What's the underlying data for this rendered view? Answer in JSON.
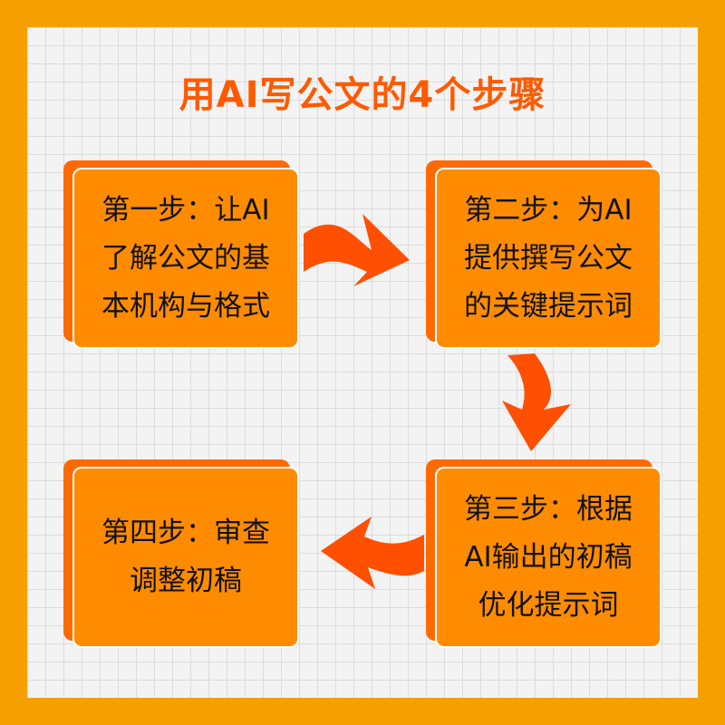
{
  "title": "用AI写公文的4个步骤",
  "steps": [
    {
      "lines": [
        "第一步：让AI",
        "了解公文的基",
        "本机构与格式"
      ]
    },
    {
      "lines": [
        "第二步：为AI",
        "提供撰写公文",
        "的关键提示词"
      ]
    },
    {
      "lines": [
        "第三步：根据",
        "AI输出的初稿",
        "优化提示词"
      ]
    },
    {
      "lines": [
        "第四步：审查",
        "调整初稿"
      ]
    }
  ],
  "colors": {
    "frame": "#f5a000",
    "title": "#ff5a00",
    "card_front": "#ff8c00",
    "card_back": "#ff6a00",
    "arrow": "#ff4f00"
  }
}
